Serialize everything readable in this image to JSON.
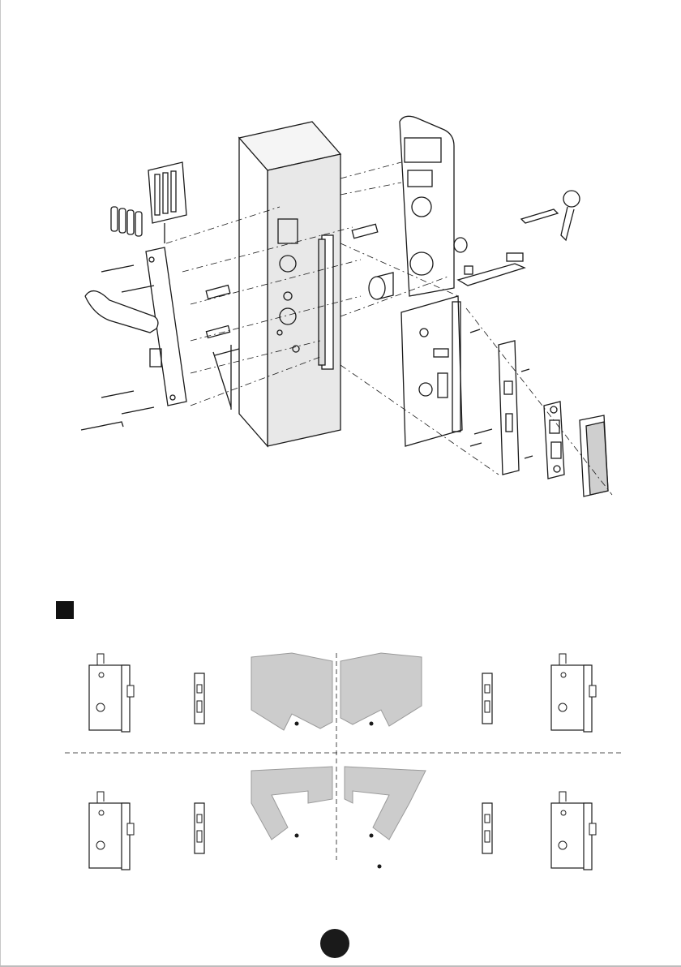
{
  "document": {
    "type": "installation-manual-page",
    "figures": [
      {
        "name": "exploded-lock-assembly",
        "icon": "exploded-diagram-illustration"
      },
      {
        "name": "door-handing-options",
        "icon": "mortise-handing-illustration"
      }
    ],
    "section_marker_icon": "black-square-icon",
    "page_marker_icon": "filled-circle-icon",
    "colors": {
      "ink": "#1a1a1a",
      "door_fill": "#bdbdbd",
      "paper": "#ffffff"
    }
  }
}
